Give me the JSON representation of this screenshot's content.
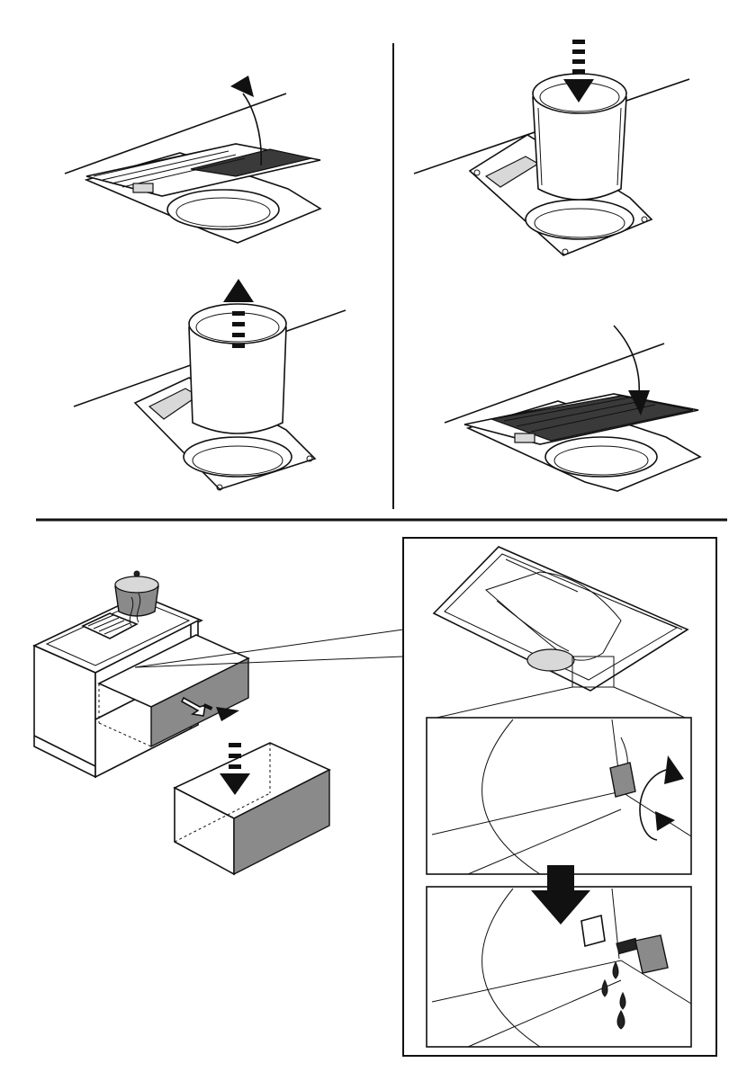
{
  "figure": {
    "panels": [
      {
        "id": "remove-grease-filter-grille"
      },
      {
        "id": "insert-charcoal-filter"
      },
      {
        "id": "remove-charcoal-filter"
      },
      {
        "id": "replace-grease-filter-grille"
      },
      {
        "id": "cabinet-drawer-access"
      },
      {
        "id": "drain-cap-detail"
      }
    ],
    "colors": {
      "ink": "#111111",
      "mesh": "#3a3a3a",
      "panel_gray": "#8a8a8a",
      "background": "#ffffff"
    }
  }
}
